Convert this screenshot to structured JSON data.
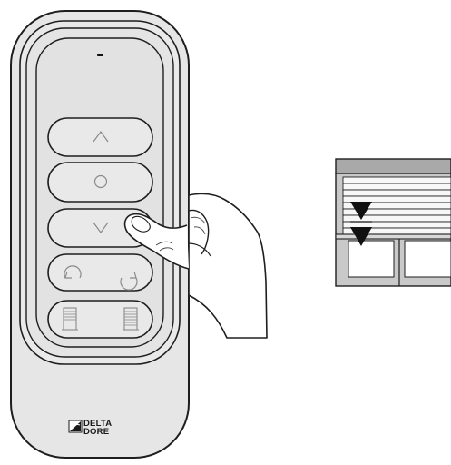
{
  "remote": {
    "brand_line1": "DELTA",
    "brand_line2": "DORE",
    "buttons": [
      {
        "name": "up-button",
        "icon": "chevron-up-icon"
      },
      {
        "name": "stop-button",
        "icon": "circle-icon"
      },
      {
        "name": "down-button",
        "icon": "chevron-down-icon"
      },
      {
        "name": "rotate-buttons",
        "icons": [
          "rotate-left-icon",
          "rotate-right-icon"
        ]
      },
      {
        "name": "shutter-select-buttons",
        "icons": [
          "shutter-half-icon",
          "shutter-closed-icon"
        ]
      }
    ],
    "status_led": "led-indicator"
  },
  "window": {
    "shutter_state": "closing",
    "arrows": [
      "down-arrow-icon",
      "down-arrow-icon"
    ]
  }
}
